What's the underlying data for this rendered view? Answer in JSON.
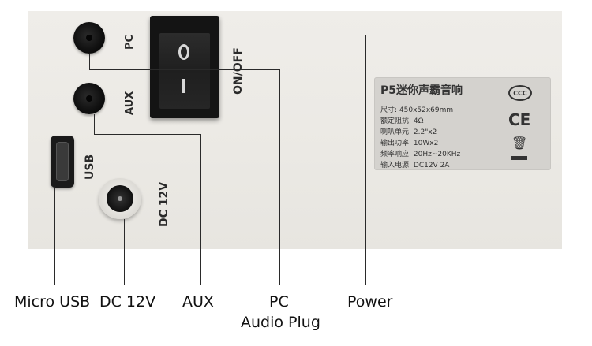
{
  "panel_labels": {
    "pc": "PC",
    "aux": "AUX",
    "usb": "USB",
    "dc": "DC 12V",
    "onoff": "ON/OFF",
    "rocker_top": "O",
    "rocker_bottom": "I"
  },
  "nameplate": {
    "title": "P5迷你声霸音响",
    "specs": [
      "尺寸: 450x52x69mm",
      "额定阻抗: 4Ω",
      "喇叭单元: 2.2\"x2",
      "输出功率: 10Wx2",
      "频率响应: 20Hz~20KHz",
      "输入电源: DC12V 2A"
    ],
    "ccc_mark": "CCC",
    "ce_mark": "CE",
    "weee_icon": "crossed-bin-icon"
  },
  "callouts": {
    "micro_usb": "Micro USB",
    "dc_12v": "DC 12V",
    "aux": "AUX",
    "pc_line1": "PC",
    "pc_line2": "Audio Plug",
    "power": "Power"
  },
  "colors": {
    "panel": "#ebe9e4",
    "jack": "#111111",
    "switch": "#141414",
    "nameplate": "#d4d2ce",
    "leader": "#2a2a2a"
  }
}
